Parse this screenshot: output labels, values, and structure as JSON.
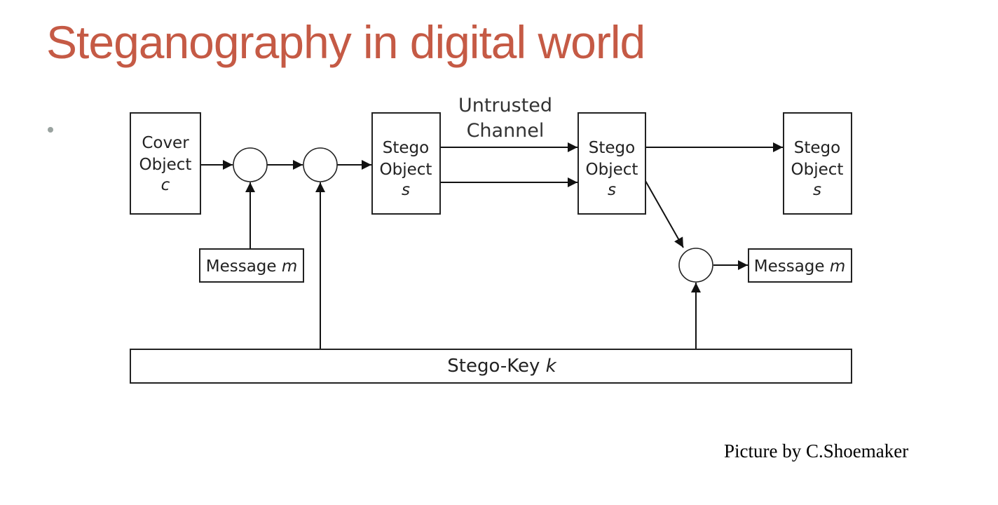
{
  "slide": {
    "title": "Steganography in digital world",
    "credit": "Picture by C.Shoemaker"
  },
  "diagram": {
    "cover": {
      "line1": "Cover",
      "line2": "Object",
      "var": "c"
    },
    "stego_embedded": {
      "line1": "Stego",
      "line2": "Object",
      "var": "s"
    },
    "stego_received": {
      "line1": "Stego",
      "line2": "Object",
      "var": "s"
    },
    "stego_output": {
      "line1": "Stego",
      "line2": "Object",
      "var": "s"
    },
    "message_in": {
      "label": "Message",
      "var": "m"
    },
    "message_out": {
      "label": "Message",
      "var": "m"
    },
    "key": {
      "label": "Stego-Key",
      "var": "k"
    },
    "channel": {
      "line1": "Untrusted",
      "line2": "Channel"
    }
  }
}
